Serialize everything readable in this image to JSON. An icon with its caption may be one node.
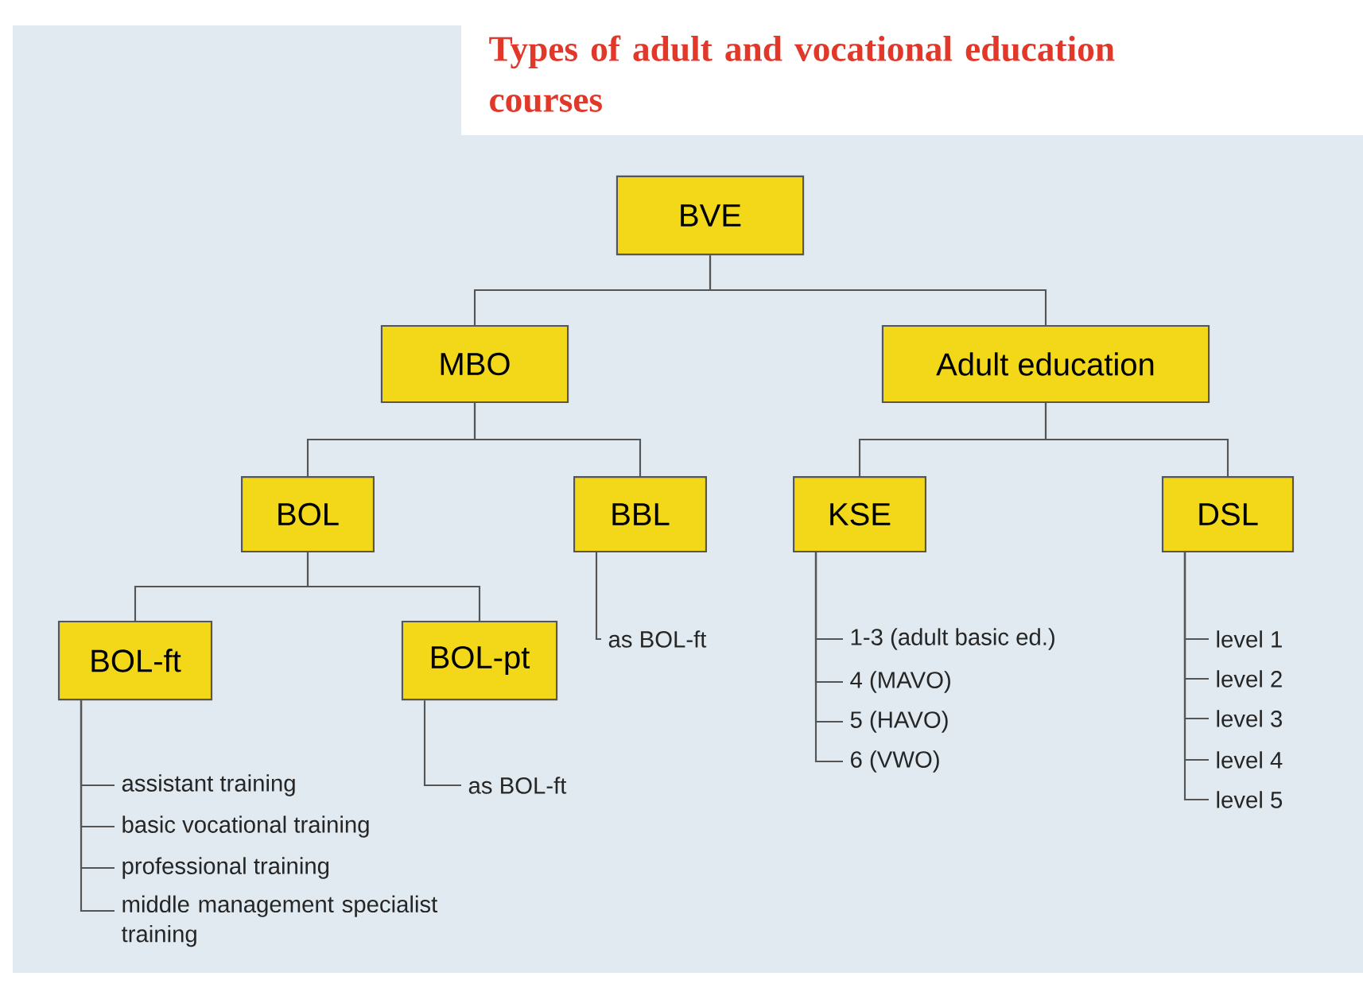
{
  "diagram": {
    "title": "Types of adult and vocational education courses",
    "nodes": [
      {
        "text": [
          "BVE"
        ]
      },
      {
        "text": [
          "MBO"
        ]
      },
      {
        "text": [
          "Adult education"
        ]
      },
      {
        "text": [
          "BOL"
        ]
      },
      {
        "text": [
          "BBL"
        ]
      },
      {
        "text": [
          "KSE"
        ]
      },
      {
        "text": [
          "DSL"
        ]
      },
      {
        "text": [
          "BOL-ft"
        ]
      },
      {
        "text": [
          "BOL-pt"
        ]
      },
      {
        "text": [
          "as BOL-ft"
        ]
      },
      {
        "text": [
          "1-3 (adult basic ed.)"
        ]
      },
      {
        "text": [
          "4 (MAVO)"
        ]
      },
      {
        "text": [
          "5 (HAVO)"
        ]
      },
      {
        "text": [
          "6 (VWO)"
        ]
      },
      {
        "text": [
          "level 1"
        ]
      },
      {
        "text": [
          "level 2"
        ]
      },
      {
        "text": [
          "level 3"
        ]
      },
      {
        "text": [
          "level 4"
        ]
      },
      {
        "text": [
          "level 5"
        ]
      },
      {
        "text": [
          "as BOL-ft"
        ]
      },
      {
        "text": [
          "assistant training"
        ]
      },
      {
        "text": [
          "basic vocational training"
        ]
      },
      {
        "text": [
          "professional training"
        ]
      },
      {
        "text": [
          "middle management specialist training"
        ]
      }
    ],
    "edges": [
      {
        "from": 0,
        "to": 1,
        "arrow": "none"
      },
      {
        "from": 0,
        "to": 2,
        "arrow": "none"
      },
      {
        "from": 1,
        "to": 3,
        "arrow": "none"
      },
      {
        "from": 1,
        "to": 4,
        "arrow": "none"
      },
      {
        "from": 2,
        "to": 5,
        "arrow": "none"
      },
      {
        "from": 2,
        "to": 6,
        "arrow": "none"
      },
      {
        "from": 3,
        "to": 7,
        "arrow": "none"
      },
      {
        "from": 3,
        "to": 8,
        "arrow": "none"
      },
      {
        "from": 4,
        "to": 9,
        "arrow": "none"
      },
      {
        "from": 5,
        "to": 10,
        "arrow": "none"
      },
      {
        "from": 5,
        "to": 11,
        "arrow": "none"
      },
      {
        "from": 5,
        "to": 12,
        "arrow": "none"
      },
      {
        "from": 5,
        "to": 13,
        "arrow": "none"
      },
      {
        "from": 6,
        "to": 14,
        "arrow": "none"
      },
      {
        "from": 6,
        "to": 15,
        "arrow": "none"
      },
      {
        "from": 6,
        "to": 16,
        "arrow": "none"
      },
      {
        "from": 6,
        "to": 17,
        "arrow": "none"
      },
      {
        "from": 6,
        "to": 18,
        "arrow": "none"
      },
      {
        "from": 8,
        "to": 19,
        "arrow": "none"
      },
      {
        "from": 7,
        "to": 20,
        "arrow": "none"
      },
      {
        "from": 7,
        "to": 21,
        "arrow": "none"
      },
      {
        "from": 7,
        "to": 22,
        "arrow": "none"
      },
      {
        "from": 7,
        "to": 23,
        "arrow": "none"
      }
    ]
  }
}
